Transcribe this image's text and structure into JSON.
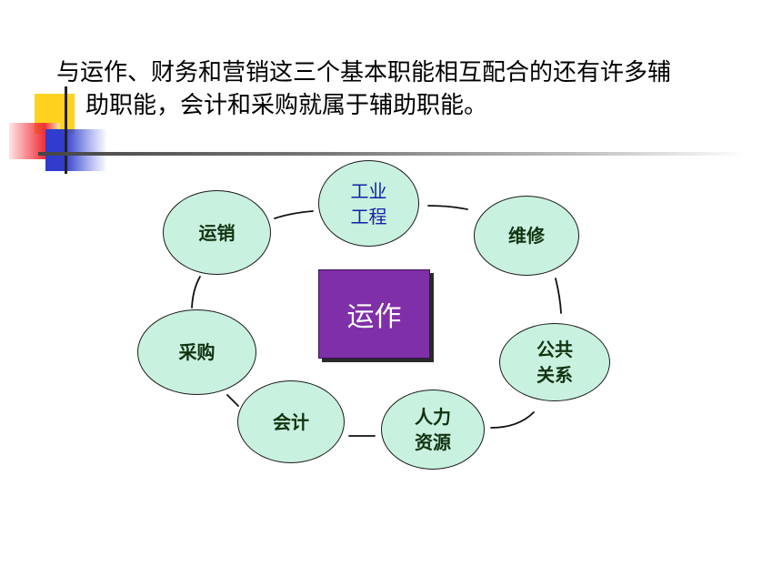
{
  "paragraph": {
    "line1": "与运作、财务和营销这三个基本职能相互配合的还有许多辅",
    "line2": "助职能，会计和采购就属于辅助职能。"
  },
  "diagram": {
    "center_label": "运作",
    "nodes": {
      "industrial_engineering": {
        "line1": "工业",
        "line2": "工程"
      },
      "maintenance": "维修",
      "public_relations": {
        "line1": "公共",
        "line2": "关系"
      },
      "human_resources": {
        "line1": "人力",
        "line2": "资源"
      },
      "accounting": "会计",
      "purchasing": "采购",
      "distribution": "运销"
    },
    "colors": {
      "node_fill": "#c9f1df",
      "center_fill": "#7f2fa8",
      "node_text_blue": "#1420a8"
    }
  }
}
